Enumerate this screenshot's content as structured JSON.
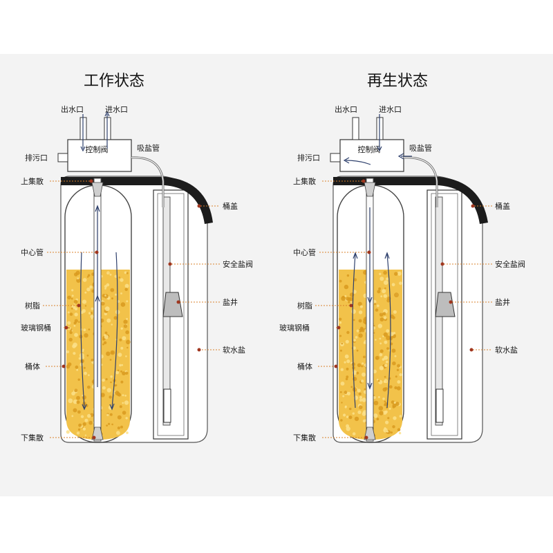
{
  "panels": [
    {
      "title": "工作状态",
      "labels": {
        "outlet": "出水口",
        "inlet": "进水口",
        "control_valve": "控制阀",
        "drain": "排污口",
        "brine_suction": "吸盐管",
        "upper_distributor": "上集散",
        "tank_cover": "桶盖",
        "center_pipe": "中心管",
        "safety_brine_valve": "安全盐阀",
        "resin": "树脂",
        "brine_well": "盐井",
        "frp_tank": "玻璃钢桶",
        "softener_salt": "软水盐",
        "tank_body": "桶体",
        "lower_distributor": "下集散"
      }
    },
    {
      "title": "再生状态",
      "labels": {
        "outlet": "出水口",
        "inlet": "进水口",
        "control_valve": "控制阀",
        "drain": "排污口",
        "brine_suction": "吸盐管",
        "upper_distributor": "上集散",
        "tank_cover": "桶盖",
        "center_pipe": "中心管",
        "safety_brine_valve": "安全盐阀",
        "resin": "树脂",
        "brine_well": "盐井",
        "frp_tank": "玻璃钢桶",
        "softener_salt": "软水盐",
        "tank_body": "桶体",
        "lower_distributor": "下集散"
      }
    }
  ],
  "colors": {
    "resin": "#f2c24a",
    "resin_dark": "#d99a1e",
    "lid": "#1c1c1c",
    "outline": "#555555",
    "leader": "#d9822b",
    "leader_dot": "#a0361f",
    "flow_arrow": "#2c3e6b",
    "background_band": "#f3f3f3"
  },
  "icons": [
    "flow-arrow-icon",
    "leader-dot-icon"
  ]
}
